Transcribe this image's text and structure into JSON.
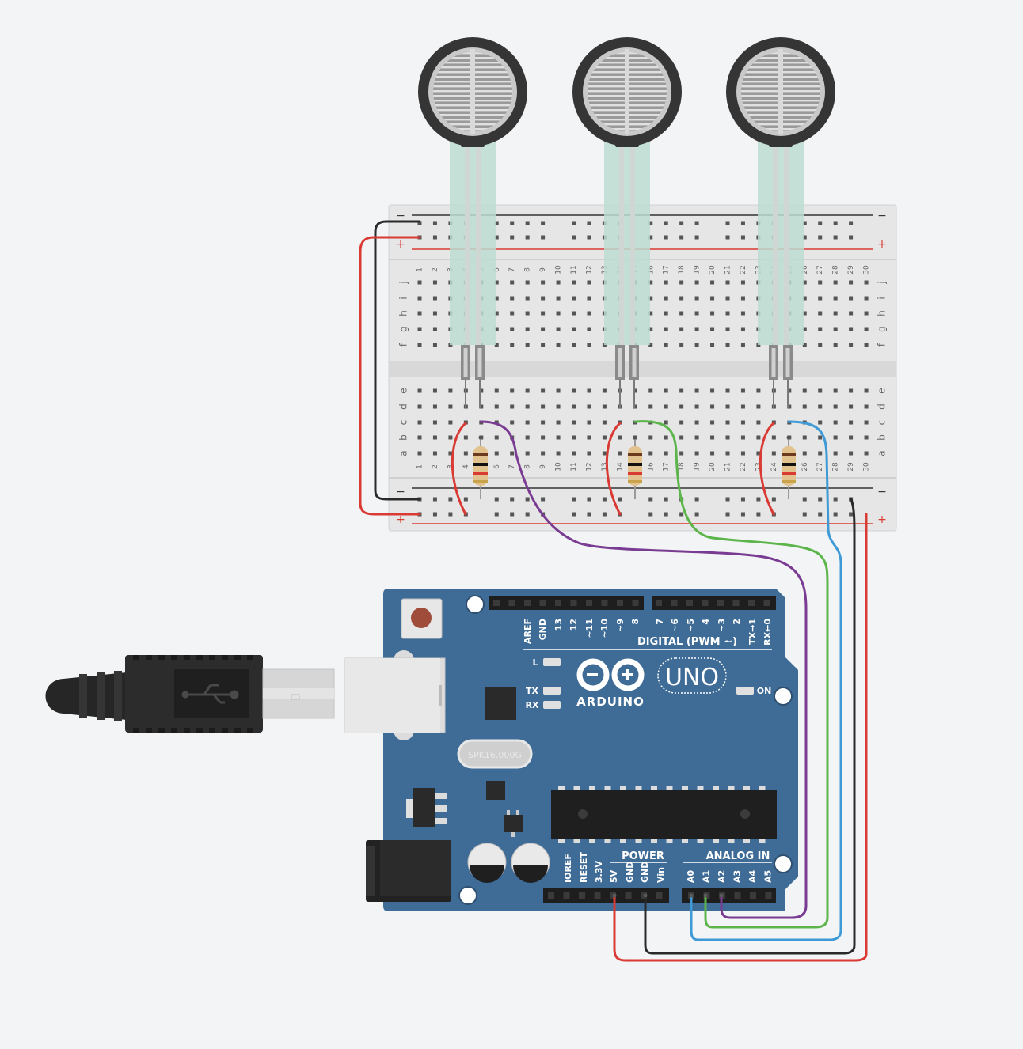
{
  "breadboard": {
    "columns": [
      "1",
      "2",
      "3",
      "4",
      "5",
      "6",
      "7",
      "8",
      "9",
      "10",
      "11",
      "12",
      "13",
      "14",
      "15",
      "16",
      "17",
      "18",
      "19",
      "20",
      "21",
      "22",
      "23",
      "24",
      "25",
      "26",
      "27",
      "28",
      "29",
      "30"
    ],
    "top_rows": [
      "j",
      "i",
      "h",
      "g",
      "f"
    ],
    "bottom_rows": [
      "e",
      "d",
      "c",
      "b",
      "a"
    ],
    "rail_minus": "−",
    "rail_plus": "+"
  },
  "arduino": {
    "logo": "ARDUINO",
    "model": "UNO",
    "digital_header": "DIGITAL (PWM ~)",
    "digital_pins": [
      "AREF",
      "GND",
      "13",
      "12",
      "~11",
      "~10",
      "~9",
      "8",
      "7",
      "~6",
      "~5",
      "4",
      "~3",
      "2",
      "TX→1",
      "RX←0"
    ],
    "led_l": "L",
    "led_tx": "TX",
    "led_rx": "RX",
    "led_on": "ON",
    "crystal": "SPK16.000G",
    "power_header": "POWER",
    "power_pins": [
      "IOREF",
      "RESET",
      "3.3V",
      "5V",
      "GND",
      "GND",
      "Vin"
    ],
    "analog_header": "ANALOG IN",
    "analog_pins": [
      "A0",
      "A1",
      "A2",
      "A3",
      "A4",
      "A5"
    ]
  },
  "sensors": [
    {
      "type": "force-sensitive-resistor"
    },
    {
      "type": "force-sensitive-resistor"
    },
    {
      "type": "force-sensitive-resistor"
    }
  ],
  "colors": {
    "background": "#f3f4f6",
    "board_blue": "#3f6c97",
    "wire_red": "#d93a34",
    "wire_black": "#2a2a2a",
    "wire_purple": "#7a3c92",
    "wire_green": "#5cb54a",
    "wire_blue": "#3d9ad6"
  }
}
